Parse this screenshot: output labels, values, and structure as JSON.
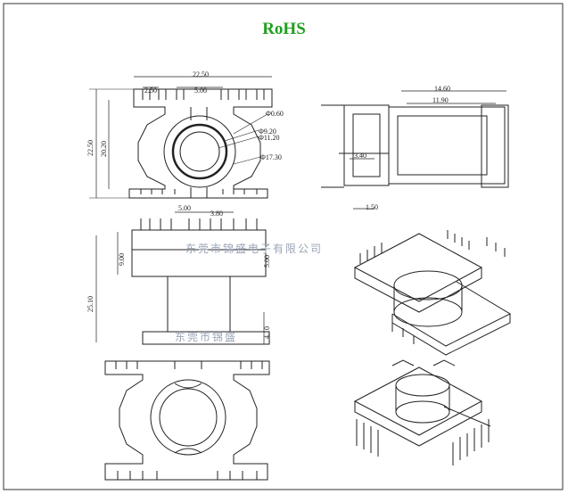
{
  "header": {
    "title": "RoHS",
    "title_color": "#1fa01f"
  },
  "top_view": {
    "overall_width": "22.50",
    "pin_pitch": "2.50",
    "slot_width": "5.00",
    "diam_label_1": "Φ9.20",
    "diam_label_2": "Φ11.20",
    "diam_label_3": "Φ17.30",
    "pin_diam": "Φ0.60",
    "height_outer": "22.50",
    "height_inner": "20.20",
    "bottom_slot": "5.00",
    "bottom_offset": "3.80"
  },
  "side_view": {
    "width_outer": "14.60",
    "width_inner": "11.90",
    "step": "3.40",
    "base": "1.50"
  },
  "front_view": {
    "pin_height": "9.00",
    "total_height": "25.10",
    "base_thickness": "4.10",
    "pin_length": "5.00"
  },
  "watermark": {
    "line1": "东莞市锦盛电子有限公司",
    "line2": "东莞市锦盛"
  },
  "icons": [
    "bobbin-3d-view-icon",
    "bobbin-3d-view-inverted-icon"
  ]
}
